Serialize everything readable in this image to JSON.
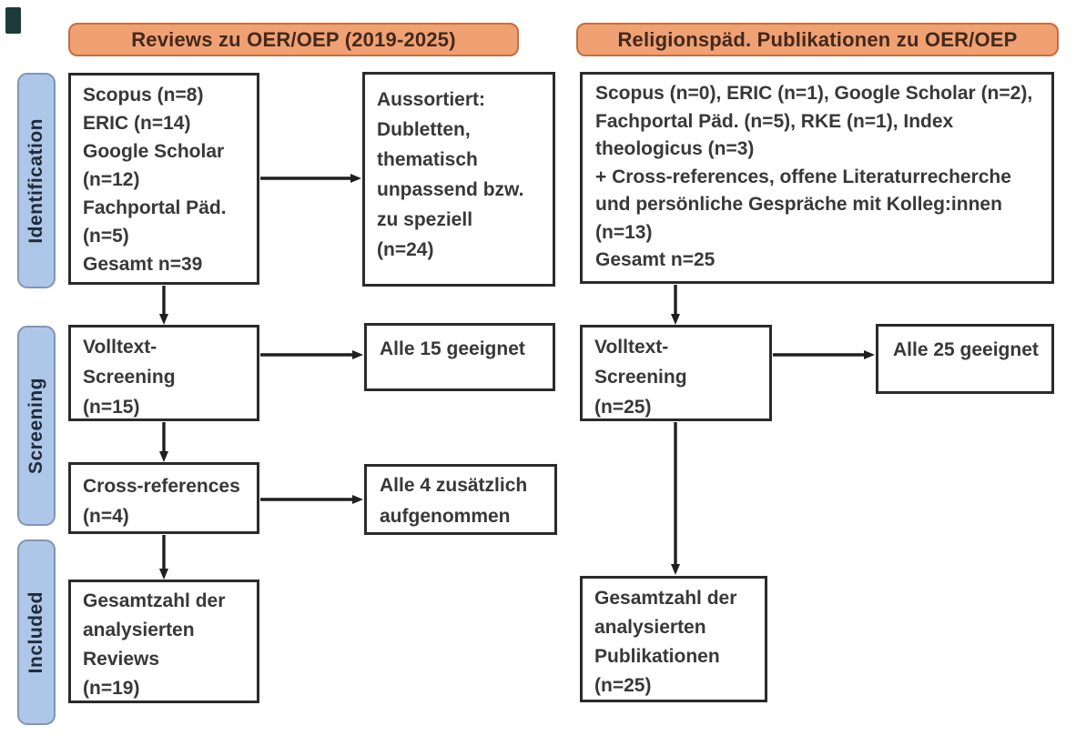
{
  "colors": {
    "header_fill": "#F0A173",
    "header_border": "#C66E3B",
    "header_text": "#43291d",
    "stage_fill": "#AEC6E8",
    "stage_border": "#8195B8",
    "stage_text": "#202B3B",
    "box_border": "#2b2b2b",
    "box_text": "#383838",
    "arrow": "#1f1f1f",
    "corner_artifact": "#1e3b3b"
  },
  "columns": {
    "left": {
      "header": "Reviews zu OER/OEP (2019-2025)"
    },
    "right": {
      "header": "Religionspäd. Publikationen zu OER/OEP"
    }
  },
  "stages": {
    "identification": "Identification",
    "screening": "Screening",
    "included": "Included"
  },
  "boxes": {
    "left_sources": [
      "Scopus (n=8)",
      "ERIC (n=14)",
      "Google Scholar",
      "(n=12)",
      "Fachportal Päd.",
      "(n=5)",
      "Gesamt n=39"
    ],
    "left_excluded": [
      "Aussortiert:",
      "Dubletten,",
      "thematisch",
      "unpassend bzw.",
      "zu speziell",
      "(n=24)"
    ],
    "left_fulltext": [
      "Volltext-",
      "Screening",
      "(n=15)"
    ],
    "left_fulltext_result": [
      "Alle 15 geeignet"
    ],
    "left_crossref": [
      "Cross-references",
      "(n=4)"
    ],
    "left_crossref_result": [
      "Alle 4 zusätzlich",
      "aufgenommen"
    ],
    "left_included": [
      "Gesamtzahl der",
      "analysierten",
      "Reviews",
      "(n=19)"
    ],
    "right_sources": [
      "Scopus (n=0), ERIC (n=1), Google Scholar (n=2),",
      "Fachportal Päd. (n=5), RKE (n=1), Index",
      "theologicus (n=3)",
      "+ Cross-references, offene Literaturrecherche",
      "und persönliche Gespräche mit Kolleg:innen",
      "(n=13)",
      "Gesamt n=25"
    ],
    "right_fulltext": [
      "Volltext-",
      "Screening",
      "(n=25)"
    ],
    "right_fulltext_result": [
      "Alle 25 geeignet"
    ],
    "right_included": [
      "Gesamtzahl der",
      "analysierten",
      "Publikationen",
      "(n=25)"
    ]
  }
}
